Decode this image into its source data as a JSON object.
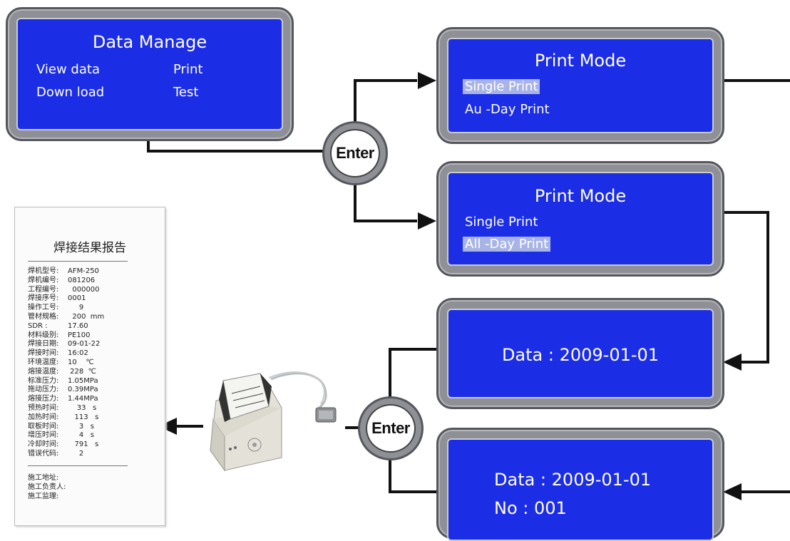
{
  "screens": {
    "data_manage": {
      "title": "Data Manage",
      "view_data": "View data",
      "print": "Print",
      "download": "Down load",
      "test": "Test"
    },
    "print_mode_single": {
      "title": "Print  Mode",
      "single_print": "Single Print",
      "all_day_print": "Au -Day  Print",
      "selected": "single_print"
    },
    "print_mode_all": {
      "title": "Print  Mode",
      "single_print": "Single Print",
      "all_day_print": "All -Day  Print",
      "selected": "all_day_print"
    },
    "date_screen": {
      "date": "Data : 2009-01-01"
    },
    "date_no_screen": {
      "date": "Data : 2009-01-01",
      "number": "No : 001"
    }
  },
  "enter_buttons": {
    "top": "Enter",
    "bottom": "Enter"
  },
  "receipt": {
    "title": "焊接结果报告",
    "rows": [
      {
        "label": "焊机型号:",
        "value": "AFM-250"
      },
      {
        "label": "焊机编号:",
        "value": "081206"
      },
      {
        "label": "工程编号:",
        "value": "  000000"
      },
      {
        "label": "焊接序号:",
        "value": "0001"
      },
      {
        "label": "操作工号:",
        "value": "     9"
      },
      {
        "label": "管材规格:",
        "value": "  200  mm"
      },
      {
        "label": "SDR      :",
        "value": "17.60"
      },
      {
        "label": "材料级别:",
        "value": "PE100"
      },
      {
        "label": "焊接日期:",
        "value": "09-01-22"
      },
      {
        "label": "焊接时间:",
        "value": "16:02"
      },
      {
        "label": "环境温度:",
        "value": "10    ℃"
      },
      {
        "label": "熔接温度:",
        "value": " 228  ℃"
      },
      {
        "label": "标准压力:",
        "value": "1.05MPa"
      },
      {
        "label": "拖动压力:",
        "value": "0.39MPa"
      },
      {
        "label": "熔接压力:",
        "value": "1.44MPa"
      },
      {
        "label": "预热时间:",
        "value": "    33   s"
      },
      {
        "label": "加热时间:",
        "value": "   113   s"
      },
      {
        "label": "取板时间:",
        "value": "     3   s"
      },
      {
        "label": "增压时间:",
        "value": "     4   s"
      },
      {
        "label": "冷却时间:",
        "value": "   791   s"
      },
      {
        "label": "错误代码:",
        "value": "     2"
      }
    ],
    "footer": [
      "施工地址:",
      "施工负责人:",
      "施工监理:"
    ]
  },
  "colors": {
    "lcd_blue": "#1c2de6",
    "frame_gray": "#8e9096",
    "highlight": "#a9b4e6"
  },
  "icons": [
    "thermal-printer-icon"
  ]
}
